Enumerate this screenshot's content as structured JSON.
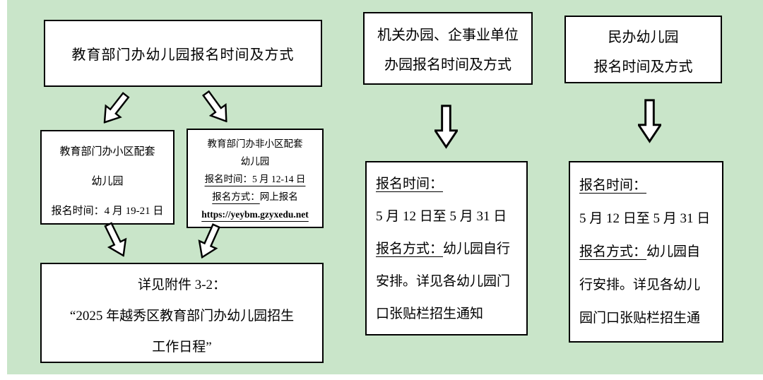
{
  "colors": {
    "background": "#c9e5c9",
    "box_fill": "#ffffff",
    "box_border": "#000000",
    "arrow_fill": "#ffffff",
    "text": "#000000"
  },
  "flowchart": {
    "col1": {
      "header": "教育部门办幼儿园报名时间及方式",
      "community_box": {
        "line1": "教育部门办小区配套",
        "line2": "幼儿园",
        "line3": "报名时间：4 月 19-21 日"
      },
      "non_community_box": {
        "line1": "教育部门办非小区配套",
        "line2": "幼儿园",
        "time_line": "报名时间：5 月 12-14 日",
        "method_label": "报名方式：",
        "method_value": "网上报名",
        "url": "https://yeybm.gzyxedu.net"
      },
      "detail_box": {
        "line1": "详见附件 3-2：",
        "line2": "“2025 年越秀区教育部门办幼儿园招生",
        "line3": "工作日程”"
      }
    },
    "col2": {
      "header_line1": "机关办园、企事业单位",
      "header_line2": "办园报名时间及方式",
      "body": {
        "time_label": "报名时间：",
        "time_value": "5 月 12 日至 5 月 31 日",
        "method_label": "报名方式：",
        "method_rest": "幼儿园自行",
        "line4": "安排。详见各幼儿园门",
        "line5": "口张贴栏招生通知"
      }
    },
    "col3": {
      "header_line1": "民办幼儿园",
      "header_line2": "报名时间及方式",
      "body": {
        "time_label": "报名时间：",
        "time_value": "5 月 12 日至 5 月 31 日",
        "method_label": "报名方式：",
        "method_rest": "幼儿园自",
        "line4": "行安排。详见各幼儿",
        "line5": "园门口张贴栏招生通"
      }
    }
  }
}
